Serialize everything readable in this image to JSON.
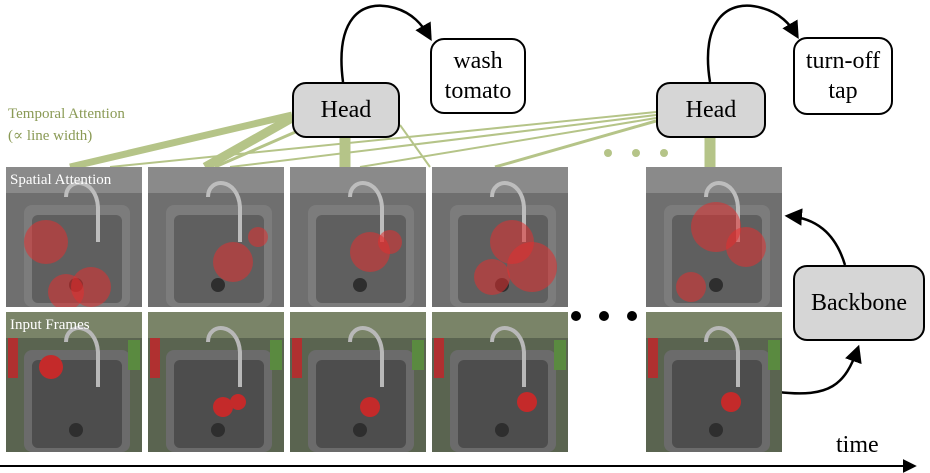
{
  "heads": [
    {
      "label": "Head",
      "action": "wash\ntomato"
    },
    {
      "label": "Head",
      "action": "turn-off\ntap"
    }
  ],
  "backbone": {
    "label": "Backbone"
  },
  "temporal_attention": {
    "line1": "Temporal Attention",
    "line2": "(∝ line width)"
  },
  "rows": {
    "spatial": "Spatial Attention",
    "input": "Input Frames"
  },
  "time_label": "time",
  "colors": {
    "attention_line": "#b5c488",
    "attention_text": "#8a9a55",
    "head_fill": "#d6d6d6",
    "heat": "#e03030"
  }
}
